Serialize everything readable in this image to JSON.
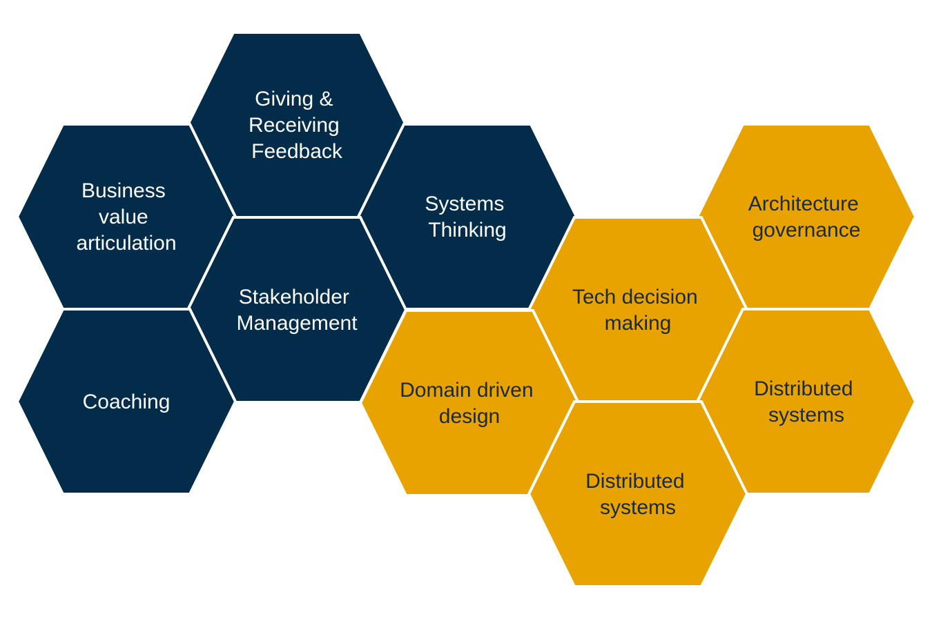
{
  "colors": {
    "soft_skill_fill": "#022c49",
    "soft_skill_text": "#ffffff",
    "tech_skill_fill": "#e8a300",
    "tech_skill_text": "#1b2a3a",
    "background": "#ffffff"
  },
  "hexagons": [
    {
      "id": "giving-receiving-feedback",
      "group": "soft",
      "lines": [
        "Giving &",
        "Receiving",
        "Feedback"
      ]
    },
    {
      "id": "business-value-articulation",
      "group": "soft",
      "lines": [
        "Business",
        "value",
        "articulation"
      ]
    },
    {
      "id": "systems-thinking",
      "group": "soft",
      "lines": [
        "Systems",
        "Thinking"
      ]
    },
    {
      "id": "stakeholder-management",
      "group": "soft",
      "lines": [
        "Stakeholder",
        "Management"
      ]
    },
    {
      "id": "coaching",
      "group": "soft",
      "lines": [
        "Coaching"
      ]
    },
    {
      "id": "architecture-governance",
      "group": "tech",
      "lines": [
        "Architecture",
        "governance"
      ]
    },
    {
      "id": "tech-decision-making",
      "group": "tech",
      "lines": [
        "Tech decision",
        "making"
      ]
    },
    {
      "id": "domain-driven-design",
      "group": "tech",
      "lines": [
        "Domain driven",
        "design"
      ]
    },
    {
      "id": "distributed-systems-right",
      "group": "tech",
      "lines": [
        "Distributed",
        "systems"
      ]
    },
    {
      "id": "distributed-systems-bottom",
      "group": "tech",
      "lines": [
        "Distributed",
        "systems"
      ]
    }
  ]
}
